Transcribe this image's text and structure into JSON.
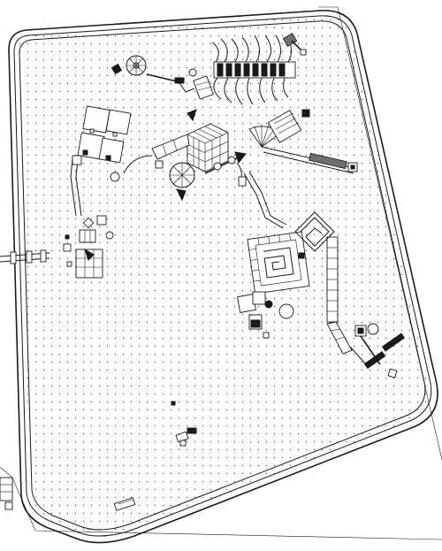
{
  "drawing": {
    "ink_color": "#1a1a1a",
    "paper_color": "#ffffff",
    "grid_dot_color": "#555555",
    "fill_grey": "#6e6e6e"
  },
  "elements": [
    {
      "name": "perimeter-track",
      "kind": "outline"
    },
    {
      "name": "dot-grid-field",
      "kind": "texture"
    },
    {
      "name": "ferris-wheel",
      "kind": "symbol"
    },
    {
      "name": "wave-pier-structure",
      "kind": "symbol"
    },
    {
      "name": "four-square-blocks",
      "kind": "symbol"
    },
    {
      "name": "cube-grid-building",
      "kind": "symbol"
    },
    {
      "name": "bicycle-wheel",
      "kind": "symbol"
    },
    {
      "name": "fan-shaped-structure",
      "kind": "symbol"
    },
    {
      "name": "spiral-maze-platform",
      "kind": "symbol"
    },
    {
      "name": "square-spiral",
      "kind": "symbol"
    },
    {
      "name": "elevated-walkway",
      "kind": "symbol"
    },
    {
      "name": "windmill-cross",
      "kind": "symbol"
    },
    {
      "name": "entrance-bridge",
      "kind": "symbol"
    },
    {
      "name": "small-pavilion-cluster",
      "kind": "symbol"
    },
    {
      "name": "bottom-gate",
      "kind": "symbol"
    }
  ]
}
